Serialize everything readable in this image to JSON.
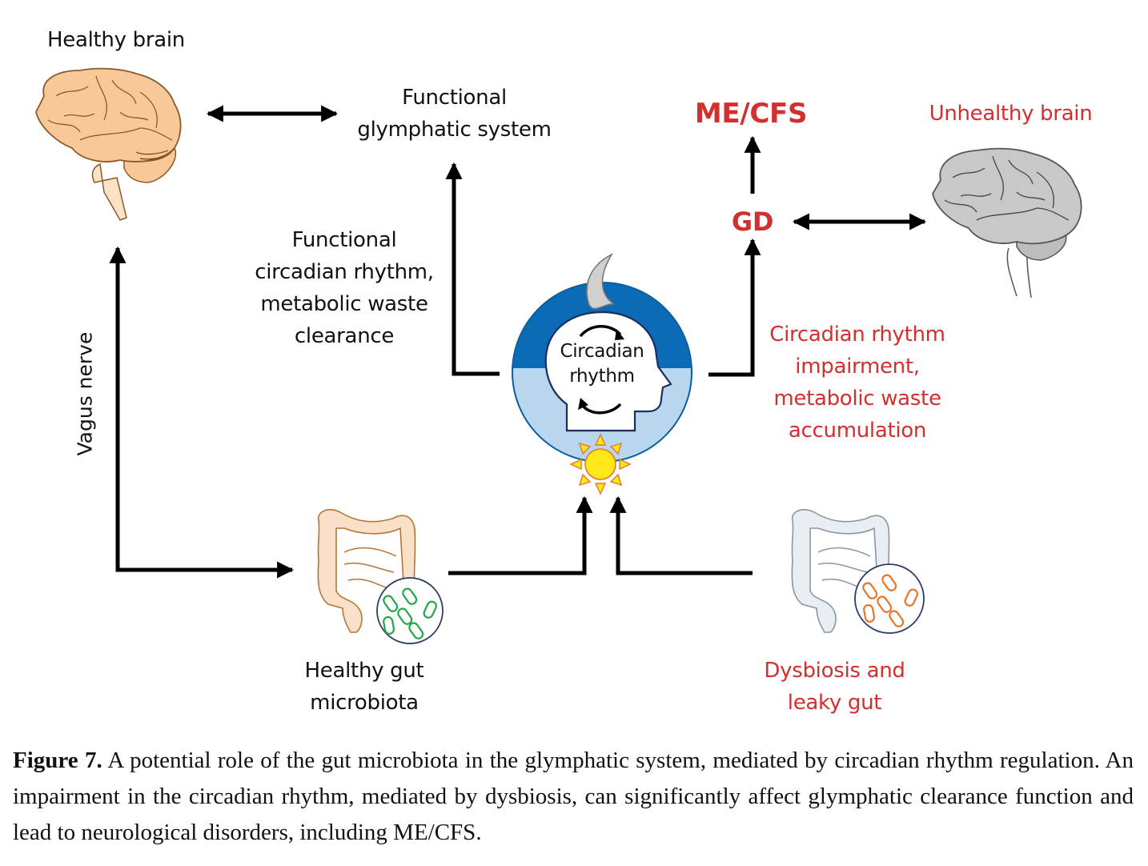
{
  "figure": {
    "labels": {
      "healthy_brain": "Healthy brain",
      "functional_glymphatic": "Functional\nglymphatic system",
      "me_cfs": "ME/CFS",
      "unhealthy_brain": "Unhealthy brain",
      "gd": "GD",
      "functional_circadian": "Functional\ncircadian rhythm,\nmetabolic waste\nclearance",
      "circadian_impairment": "Circadian rhythm\nimpairment,\nmetabolic waste\naccumulation",
      "vagus_nerve": "Vagus nerve",
      "circadian_center": "Circadian\nrhythm",
      "healthy_gut": "Healthy gut\nmicrobiota",
      "dysbiosis": "Dysbiosis and\nleaky gut"
    },
    "colors": {
      "healthy_accent": "#111111",
      "unhealthy_accent": "#d32f2f",
      "healthy_brain_fill": "#f9c898",
      "healthy_brain_stroke": "#8a5a2b",
      "unhealthy_brain_fill": "#c8c8c8",
      "unhealthy_brain_stroke": "#555555",
      "circle_dark_blue": "#0b6cb5",
      "circle_light_blue": "#b9d6ef",
      "sun_fill": "#ffe81a",
      "sun_stroke": "#e5762a",
      "moon_fill": "#d0d0d0",
      "healthy_bacteria": "#22a84a",
      "unhealthy_bacteria": "#e5762a",
      "healthy_gut_fill": "#fbe0c8",
      "unhealthy_gut_fill": "#e9eef3"
    },
    "icons": [
      "healthy-brain-icon",
      "unhealthy-brain-icon",
      "moon-icon",
      "sun-icon",
      "head-silhouette-icon",
      "cycle-arrow-icon",
      "healthy-gut-icon",
      "dysbiotic-gut-icon",
      "bacteria-magnifier-icon"
    ]
  },
  "caption": {
    "label": "Figure 7.",
    "text": " A potential role of the gut microbiota in the glymphatic system, mediated by circadian rhythm regulation. An impairment in the circadian rhythm, mediated by dysbiosis, can significantly affect glymphatic clearance function and lead to neurological disorders, including ME/CFS."
  }
}
